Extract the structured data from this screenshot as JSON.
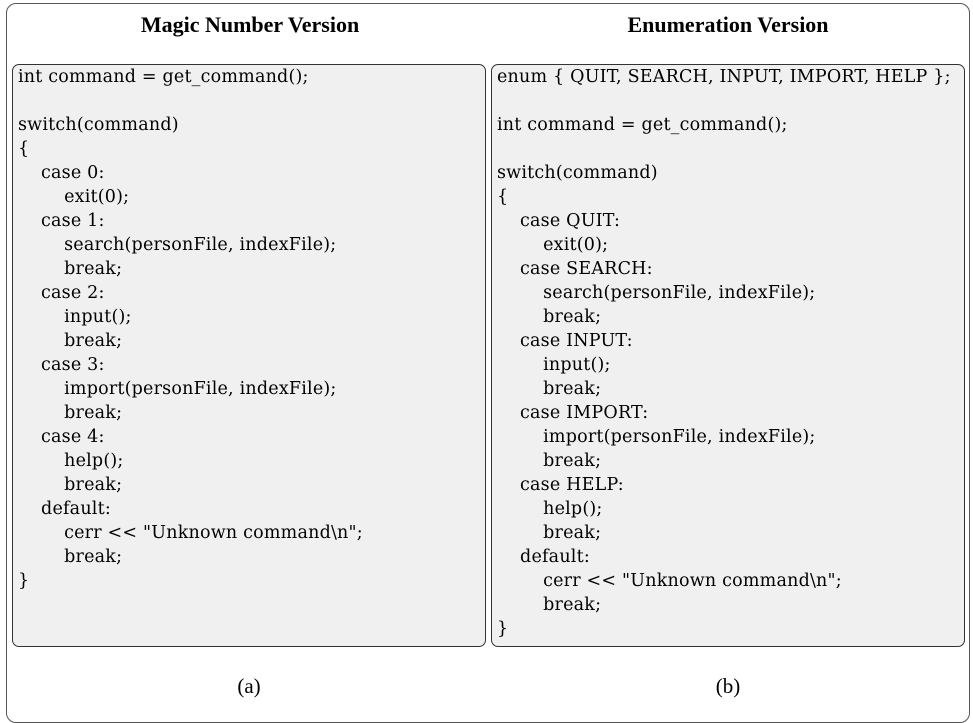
{
  "left": {
    "title": "Magic Number Version",
    "caption": "(a)",
    "lines": [
      "int command = get_command();",
      "",
      "switch(command)",
      "{",
      "    case 0:",
      "        exit(0);",
      "    case 1:",
      "        search(personFile, indexFile);",
      "        break;",
      "    case 2:",
      "        input();",
      "        break;",
      "    case 3:",
      "        import(personFile, indexFile);",
      "        break;",
      "    case 4:",
      "        help();",
      "        break;",
      "    default:",
      "        cerr << \"Unknown command\\n\";",
      "        break;",
      "}"
    ]
  },
  "right": {
    "title": "Enumeration Version",
    "caption": "(b)",
    "lines": [
      "enum { QUIT, SEARCH, INPUT, IMPORT, HELP };",
      "",
      "int command = get_command();",
      "",
      "switch(command)",
      "{",
      "    case QUIT:",
      "        exit(0);",
      "    case SEARCH:",
      "        search(personFile, indexFile);",
      "        break;",
      "    case INPUT:",
      "        input();",
      "        break;",
      "    case IMPORT:",
      "        import(personFile, indexFile);",
      "        break;",
      "    case HELP:",
      "        help();",
      "        break;",
      "    default:",
      "        cerr << \"Unknown command\\n\";",
      "        break;",
      "}"
    ]
  }
}
